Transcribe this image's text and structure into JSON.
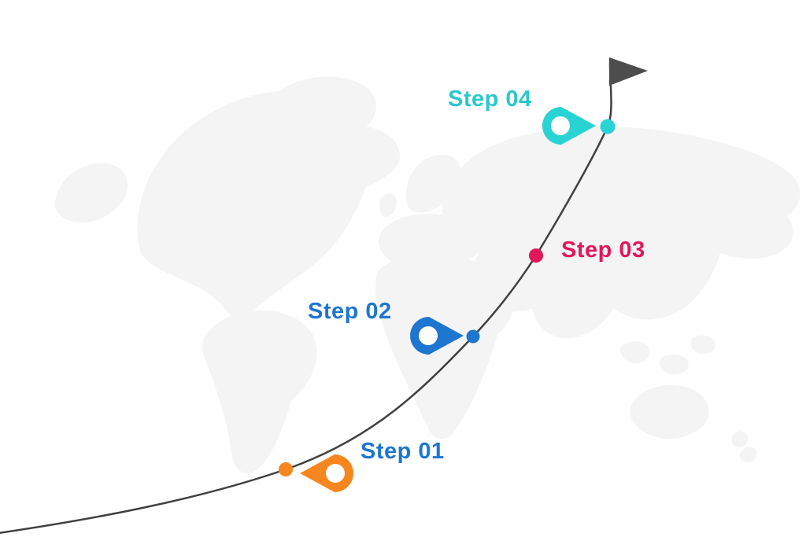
{
  "background_color": "#ffffff",
  "map": {
    "description": "faint world map silhouette",
    "fill_color": "#f4f4f5"
  },
  "route": {
    "line_color": "#404040",
    "flag_color": "#4d4d4d",
    "flag_icon": "finish-flag"
  },
  "steps": [
    {
      "label": "Step 01",
      "label_color": "#1d76cf",
      "marker_color": "#f6871e",
      "has_pin": true,
      "pin_direction": "left",
      "pin_icon": "location-pin"
    },
    {
      "label": "Step 02",
      "label_color": "#1d76cf",
      "marker_color": "#1d76cf",
      "has_pin": true,
      "pin_direction": "right",
      "pin_icon": "location-pin"
    },
    {
      "label": "Step 03",
      "label_color": "#e21659",
      "marker_color": "#e21659",
      "has_pin": false
    },
    {
      "label": "Step 04",
      "label_color": "#2cc7cd",
      "marker_color": "#29d3d4",
      "has_pin": true,
      "pin_direction": "right",
      "pin_icon": "location-pin"
    }
  ]
}
